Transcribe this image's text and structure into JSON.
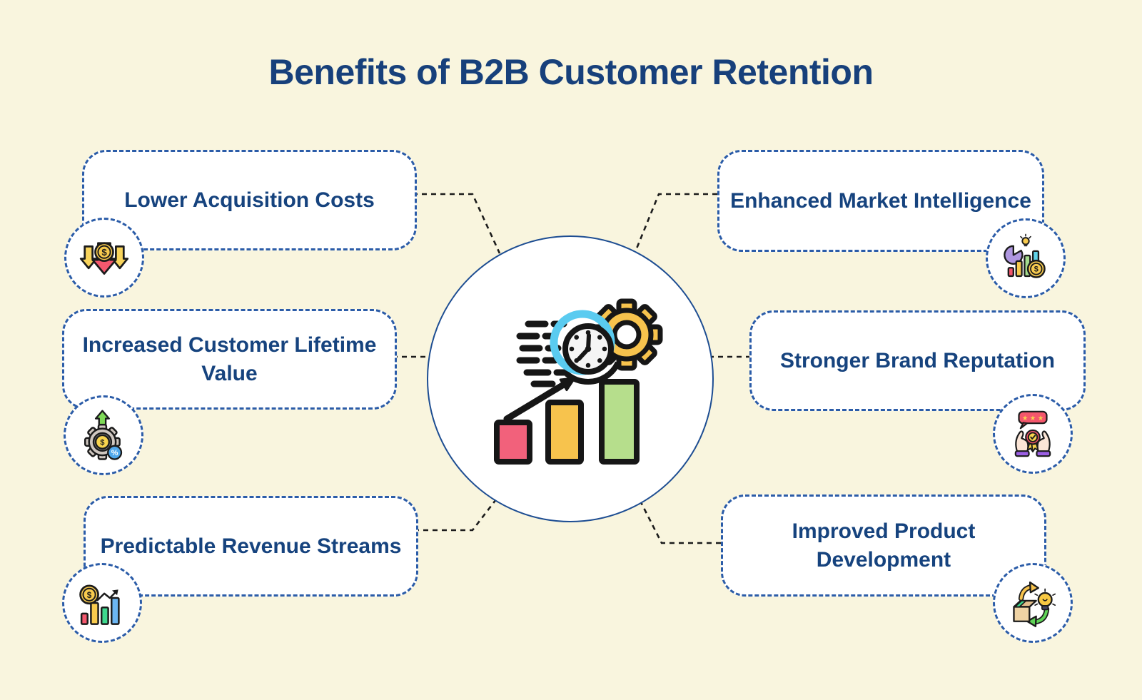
{
  "title": "Benefits of B2B Customer Retention",
  "benefits": [
    {
      "label": "Lower Acquisition Costs",
      "icon": "cost-down-arrows-icon",
      "position": "top-left"
    },
    {
      "label": "Increased Customer Lifetime Value",
      "icon": "gear-dollar-growth-icon",
      "position": "middle-left"
    },
    {
      "label": "Predictable Revenue Streams",
      "icon": "revenue-chart-coin-icon",
      "position": "bottom-left"
    },
    {
      "label": "Enhanced Market Intelligence",
      "icon": "market-analytics-icon",
      "position": "top-right"
    },
    {
      "label": "Stronger Brand Reputation",
      "icon": "hands-award-stars-icon",
      "position": "middle-right"
    },
    {
      "label": "Improved Product Development",
      "icon": "product-cycle-bulb-icon",
      "position": "bottom-right"
    }
  ],
  "center": {
    "icon": "speed-clock-gear-growth-chart-icon"
  },
  "colors": {
    "background": "#F9F5DE",
    "title_navy": "#17407B",
    "text_navy": "#16437E",
    "dashed_border_blue": "#2B5CA8",
    "center_border_navy": "#1D4D92",
    "connector_black": "#1B1B1B",
    "red": "#F2617B",
    "yellow": "#F7C34D",
    "green": "#B6DE8C",
    "cyan": "#5ACBF0",
    "purple": "#AF97E0",
    "badge_blue": "#4FA8EC",
    "emerald": "#3ED88E",
    "lime": "#7ED957",
    "skin": "#FBE5D6",
    "violet": "#9B5FE3",
    "tan": "#EFD3A4"
  }
}
